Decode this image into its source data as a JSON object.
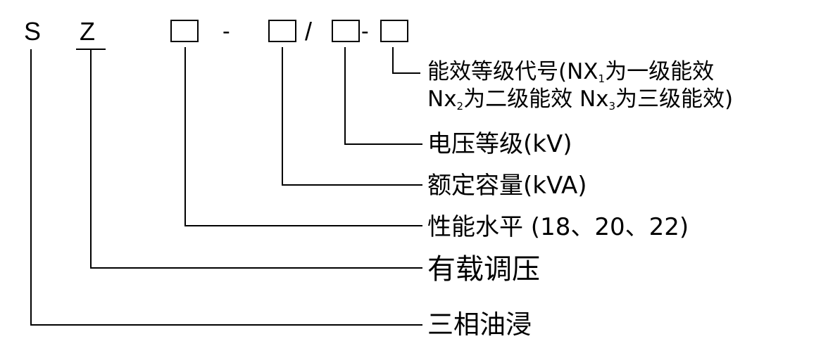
{
  "code": {
    "s": "S",
    "z": "Z",
    "dash1": "-",
    "slash": "/",
    "dash2": "-"
  },
  "labels": {
    "efficiency_line1_prefix": "能效等级代号(NX",
    "efficiency_sub1": "1",
    "efficiency_line1_suffix": "为一级能效",
    "efficiency_line2_a": "Nx",
    "efficiency_sub2": "2",
    "efficiency_line2_b": "为二级能效 Nx",
    "efficiency_sub3": "3",
    "efficiency_line2_c": "为三级能效)",
    "voltage": "电压等级(kV)",
    "capacity": "额定容量(kVA)",
    "performance": "性能水平 (18、20、22)",
    "on_load": "有载调压",
    "three_phase": "三相油浸"
  }
}
